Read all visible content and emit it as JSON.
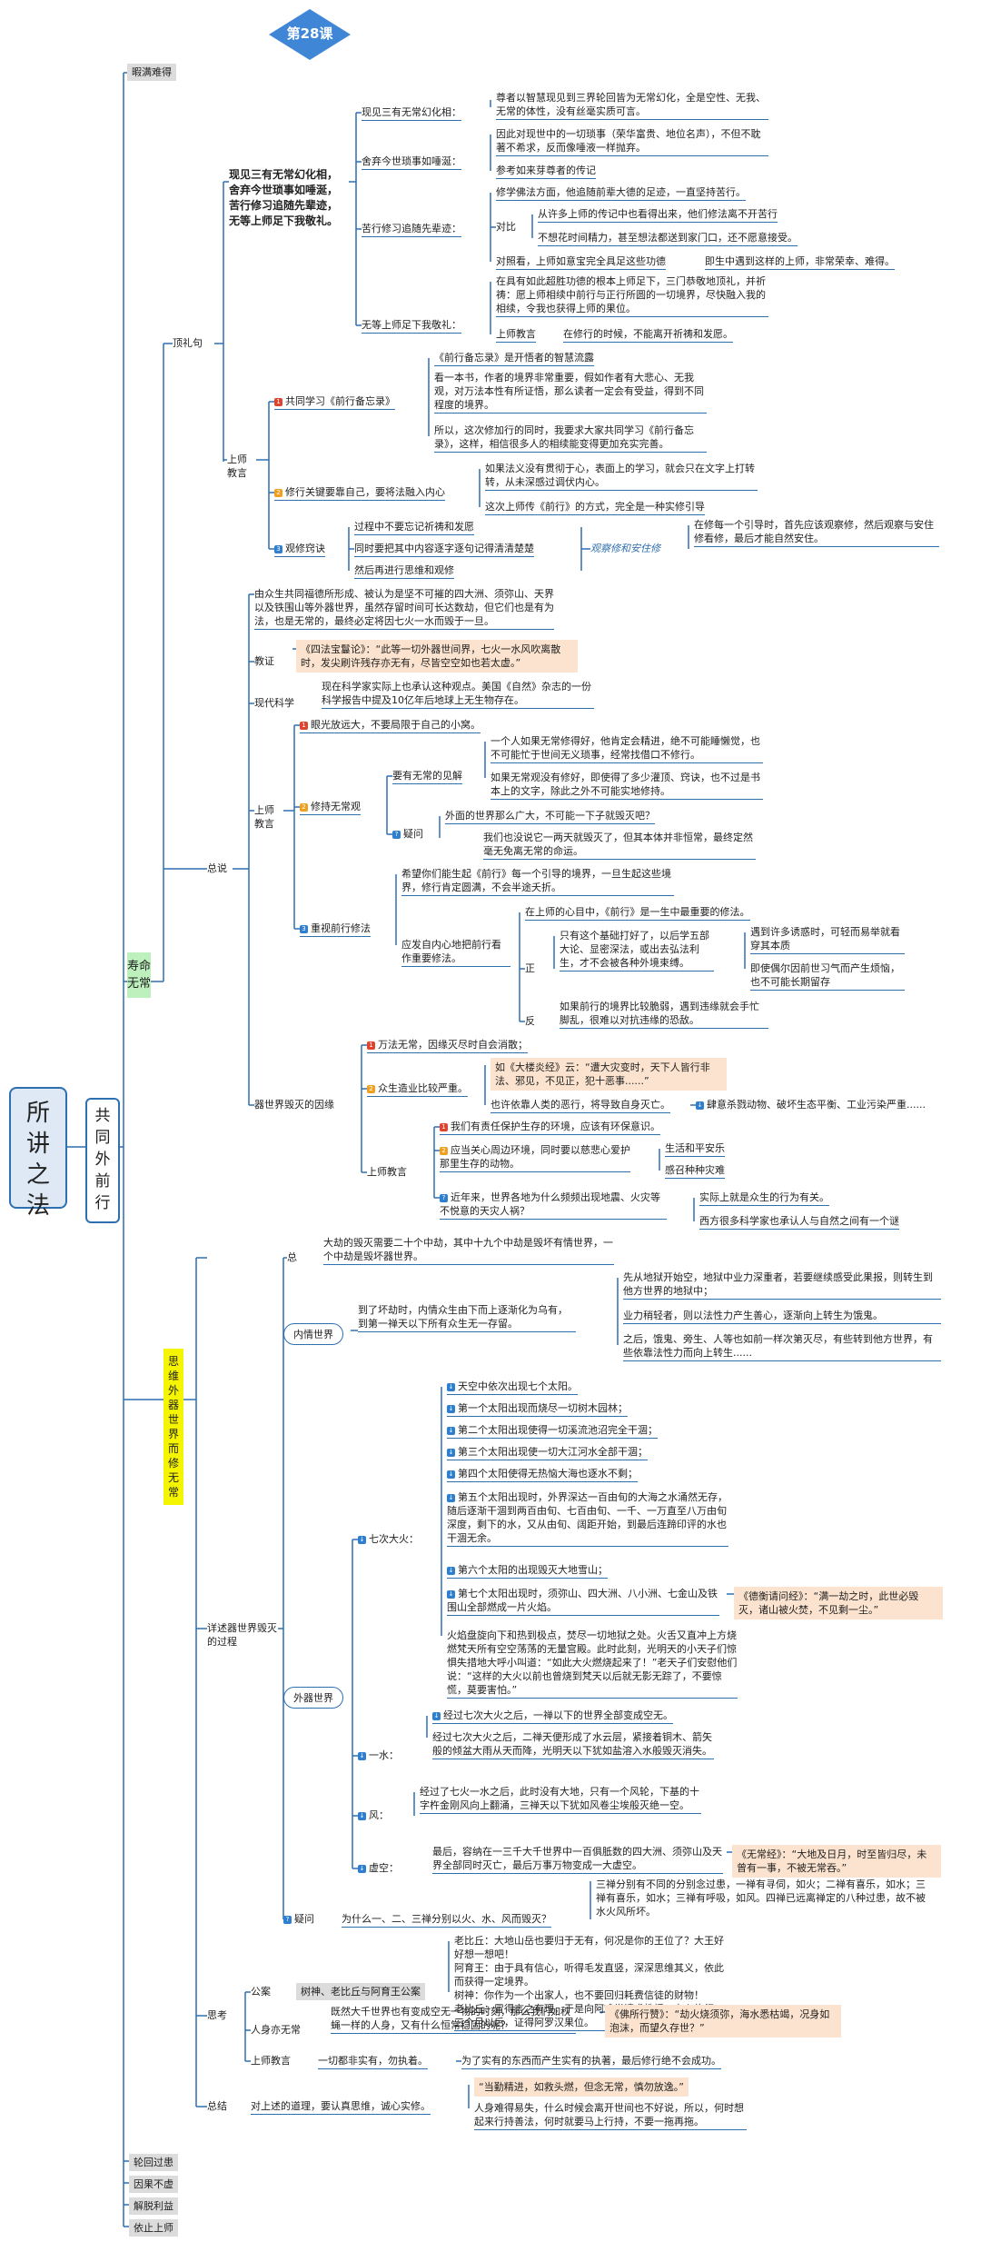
{
  "lesson": "第28课",
  "root": "所讲之法",
  "branch": "共同外前行",
  "chapters": {
    "c1": "暇满难得",
    "c2": "寿命无常",
    "c3": "思维外器世界而修无常",
    "c4": "轮回过患",
    "c5": "因果不虚",
    "c6": "解脱利益",
    "c7": "依止上师"
  },
  "top": {
    "dingli": "顶礼句",
    "main": "现见三有无常幻化相，舍弃今世琐事如唾涎，苦行修习追随先辈迹，无等上师足下我敬礼。",
    "xianjian_label": "现见三有无常幻化相：",
    "xianjian": "尊者以智慧现见到三界轮回皆为无常幻化，全是空性、无我、无常的体性，没有丝毫实质可言。",
    "shequ_label": "舍弃今世琐事如唾涎：",
    "shequ1": "因此对现世中的一切琐事（荣华富贵、地位名声），不但不耽著不希求，反而像唾液一样抛弃。",
    "shequ2": "参考如来芽尊者的传记",
    "kuxing_label": "苦行修习追随先辈迹：",
    "kuxing1": "修学佛法方面，他追随前辈大德的足迹，一直坚持苦行。",
    "duibi": "对比",
    "kuxing2": "从许多上师的传记中也看得出来，他们修法离不开苦行",
    "kuxing3": "不想花时间精力，甚至想法都送到家门口，还不愿意接受。",
    "kuxing4": "对照看，上师如意宝完全具足这些功德",
    "kuxing5": "即生中遇到这样的上师，非常荣幸、难得。",
    "wudeng_label": "无等上师足下我敬礼：",
    "wudeng1": "在具有如此超胜功德的根本上师足下，三门恭敬地顶礼，并祈祷：愿上师相续中前行与正行所圆的一切境界，尽快融入我的相续，令我也获得上师的果位。",
    "wudeng2": "上师教言",
    "wudeng3": "在修行的时候，不能离开祈祷和发愿。"
  },
  "shangshi1": {
    "label": "上师教言",
    "g1": "共同学习《前行备忘录》",
    "g1a": "《前行备忘录》是开悟者的智慧流露",
    "g1b": "看一本书，作者的境界非常重要，假如作者有大悲心、无我观，对万法本性有所证悟，那么读者一定会有受益，得到不同程度的境界。",
    "g1c": "所以，这次修加行的同时，我要求大家共同学习《前行备忘录》，这样，相信很多人的相续能变得更加充实完善。",
    "g2": "修行关键要靠自己，要将法融入内心",
    "g2a": "如果法义没有贯彻于心，表面上的学习，就会只在文字上打转转，从未深感过调伏内心。",
    "g2b": "这次上师传《前行》的方式，完全是一种实修引导",
    "g3": "观修窍诀",
    "g3a": "过程中不要忘记祈祷和发愿",
    "g3b": "同时要把其中内容逐字逐句记得清清楚楚",
    "g3c": "然后再进行思维和观修",
    "g3d": "观察修和安住修",
    "g3e": "在修每一个引导时，首先应该观察修，然后观察与安住修看修，最后才能自然安住。"
  },
  "zongshuo": {
    "label": "总说",
    "intro": "由众生共同福德所形成、被认为是坚不可摧的四大洲、须弥山、天界以及铁围山等外器世界，虽然存留时间可长达数劫，但它们也是有为法，也是无常的，最终必定将因七火一水而毁于一旦。",
    "jiaozheng": "教证",
    "jz": "《四法宝鬘论》：“此等一切外器世间界，七火一水风吹离散时，发尖刷许残存亦无有，尽皆空空如也若太虚。”",
    "xiandai": "现代科学",
    "xd": "现在科学家实际上也承认这种观点。美国《自然》杂志的一份科学报告中提及10亿年后地球上无生物存在。",
    "shangshi2": "上师教言",
    "s2a": "眼光放远大，不要局限于自己的小窝。",
    "s2b": "修持无常观",
    "s2b1": "要有无常的见解",
    "s2b1a": "一个人如果无常修得好，他肯定会精进，绝不可能睡懒觉，也不可能忙于世间无义琐事，经常找借口不修行。",
    "s2b1b": "如果无常观没有修好，即使得了多少灌顶、窍诀，也不过是书本上的文字，除此之外不可能实地修持。",
    "yiwen1": "疑问",
    "yw1q": "外面的世界那么广大，不可能一下子就毁灭吧？",
    "yw1a": "我们也没说它一两天就毁灭了，但其本体并非恒常，最终定然毫无免离无常的命运。",
    "s2c": "重视前行修法",
    "s2c1": "希望你们能生起《前行》每一个引导的境界，一旦生起这些境界，修行肯定圆满，不会半途夭折。",
    "s2c2": "应发自内心地把前行看作重要修法。",
    "s2c2a": "在上师的心目中，《前行》是一生中最重要的修法。",
    "zheng": "正",
    "s2c2b": "只有这个基础打好了，以后学五部大论、显密深法，或出去弘法利生，才不会被各种外境束缚。",
    "s2c2c": "遇到许多诱惑时，可轻而易举就看穿其本质",
    "s2c2d": "即使偶尔因前世习气而产生烦恼，也不可能长期留存",
    "fan": "反",
    "s2c2e": "如果前行的境界比较脆弱，遇到违缘就会手忙脚乱，很难以对抗违缘的恐敌。",
    "qishi": "器世界毁灭的因缘",
    "q1": "万法无常，因缘灭尽时自会消散；",
    "q2": "众生造业比较严重。",
    "q2a": "如《大楼炎经》云：“遭大灾变时，天下人皆行非法、邪见，不见正，犯十恶事......”",
    "q2b": "也许依靠人类的恶行，将导致自身灭亡。",
    "q2c": "肆意杀戮动物、破坏生态平衡、工业污染严重......",
    "shangshi3": "上师教言",
    "q3a": "我们有责任保护生存的环境，应该有环保意识。",
    "q3b": "应当关心周边环境，同时要以慈悲心爱护那里生存的动物。",
    "q3b1": "生活和平安乐",
    "q3b2": "感召种种灾难",
    "yiwen2": "疑问",
    "q3c": "近年来，世界各地为什么频频出现地震、火灾等不悦意的天灾人祸？",
    "q3c1": "实际上就是众生的行为有关。",
    "q3c2": "西方很多科学家也承认人与自然之间有一个谜"
  },
  "xiangshu": {
    "zong": "总",
    "zong_text": "大劫的毁灭需要二十个中劫，其中十九个中劫是毁坏有情世界，一个中劫是毁坏器世界。",
    "neiqing": "内情世界",
    "nq": "到了坏劫时，内情众生由下而上逐渐化为乌有，到第一禅天以下所有众生无一存留。",
    "nq1": "先从地狱开始空，地狱中业力深重者，若要继续感受此果报，则转生到他方世界的地狱中；",
    "nq2": "业力稍轻者，则以法性力产生善心，逐渐向上转生为饿鬼。",
    "nq3": "之后，饿鬼、旁生、人等也如前一样次第灭尽，有些转到他方世界，有些依靠法性力而向上转生......",
    "label": "详述器世界毁灭的过程",
    "waiqi": "外器世界",
    "qiqi": "七次大火：",
    "f0": "天空中依次出现七个太阳。",
    "f1": "第一个太阳出现而烧尽一切树木园林；",
    "f2": "第二个太阳出现使得一切溪流池沼完全干涸；",
    "f3": "第三个太阳出现使一切大江河水全部干涸；",
    "f4": "第四个太阳使得无热恼大海也逐水不剩；",
    "f5": "第五个太阳出现时，外界深达一百由旬的大海之水涌然无存，随后逐渐干涸到两百由旬、七百由旬、一千、一万直至八万由旬深度，剩下的水，又从由旬、阔距开始，到最后连蹄印评的水也干涸无余。",
    "f6": "第六个太阳的出现毁灭大地雪山；",
    "f7": "第七个太阳出现时，须弥山、四大洲、八小洲、七金山及铁围山全部燃成一片火焰。",
    "f7q": "《德衡请问经》：“满一劫之时，此世必毁灭，诸山被火焚，不见剩一尘。”",
    "f8": "火焰盘旋向下和热到极点，焚尽一切地狱之处。火舌又直冲上方烧燃梵天所有空空荡荡的无量宫殿。此时此刻，光明天的小天子们惊惧失措地大呼小叫道：“如此大火燃烧起来了！”老天子们安慰他们说：“这样的大火以前也曾烧到梵天以后就无影无踪了，不要惊慌，莫要害怕。”",
    "f9": "经过七次大火之后，一禅以下的世界全部变成空无。",
    "yishui": "一水：",
    "w1": "经过七次大火之后，二禅天便形成了水云层，紧接着铜木、箭矢般的倾盆大雨从天而降，光明天以下犹如盐溶入水般毁灭消失。",
    "feng": "风：",
    "wind": "经过了七火一水之后，此时没有大地，只有一个风轮，下基的十字杵金刚风向上翻涌，三禅天以下犹如风卷尘埃般灭绝一空。",
    "xukong": "虚空：",
    "k1": "最后，容纳在一三千大千世界中一百俱胝数的四大洲、须弥山及天界全部同时灭亡，最后万事万物变成一大虚空。",
    "k1q": "《无常经》：“大地及日月，时至皆归尽，未曾有一事，不被无常吞。”",
    "yiwen3": "疑问",
    "yw3q": "为什么一、二、三禅分别以火、水、风而毁灭？",
    "yw3a": "三禅分别有不同的分别念过患，一禅有寻伺，如火；二禅有喜乐，如水；三禅有喜乐，如水；三禅有呼吸，如风。四禅已远离禅定的八种过患，故不被水火风所坏。"
  },
  "sikao": {
    "label": "思考",
    "gongan": "公案",
    "gongan_title": "树神、老比丘与阿育王公案",
    "gongan_text": "老比丘：大地山岳也要归于无有，何况是你的王位了？大王好好想一想吧！\n阿育王：由于具有信心，听得毛发直竖，深深思维其义，依此而获得一定境界。\n树神：你作为一个出家人，也不要回归耗费信徒的财物！\n老比丘：冒得言之有理，于是向阿难学请求教授，专心修行，三个月以后，证得阿罗汉果位。",
    "rensheng": "人身亦无常",
    "rs": "既然大千世界也有变成空无一物的时刻，那么我们如秋蝇一样的人身，又有什么恒常稳固的呢？",
    "rsq": "《佛所行赞》：“劫火烧须弥，海水悉枯竭，况身如泡沫，而望久存世？”",
    "shangshi4": "上师教言",
    "s4": "一切都非实有，勿执着。",
    "s4a": "为了实有的东西而产生实有的执著，最后修行绝不会成功。"
  },
  "zongjie": {
    "label": "总结",
    "zj": "对上述的道理，要认真思维，诚心实修。",
    "zjq": "“当勤精进，如救头燃，但念无常，慎勿放逸。”",
    "zj2": "人身难得易失，什么时候会离开世间也不好说，所以，何时想起来行持善法，何时就要马上行持，不要一拖再拖。"
  },
  "colors": {
    "line": "#2e6fb0",
    "chapter_green": "#bdf0bd",
    "chapter_yellow": "#f5f500",
    "chapter_gray": "#d9d9d9",
    "quote_bg": "#fbe3cf",
    "num_red": "#e0442e",
    "num_orange": "#f0a020",
    "num_blue": "#2f7fd0",
    "diamond": "#3f87d6"
  }
}
